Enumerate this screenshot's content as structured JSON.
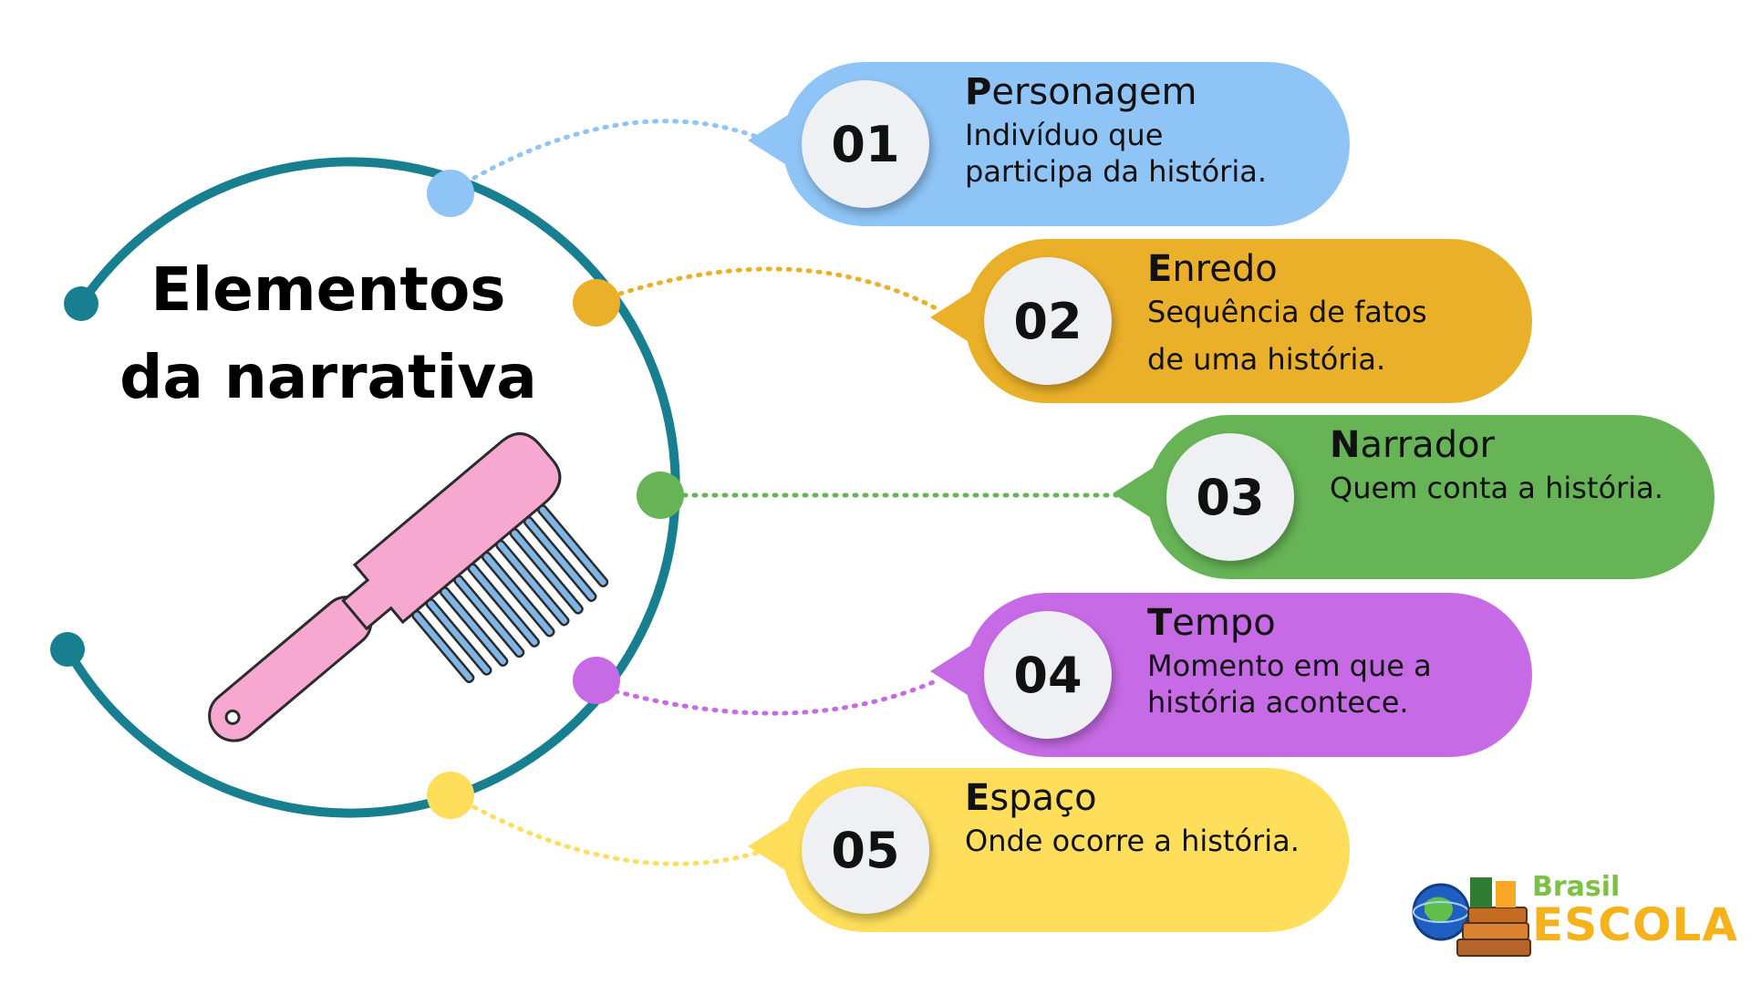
{
  "title": {
    "line1": "Elementos",
    "line2": "da narrativa"
  },
  "illustration": {
    "icon": "comb-icon",
    "color": "#f7a8d0"
  },
  "ring_color": "#177f8f",
  "items": [
    {
      "number": "01",
      "title_first": "P",
      "title_rest": "ersonagem",
      "desc_line1": "Indivíduo que",
      "desc_line2": "participa da história.",
      "color": "#8ec4f6"
    },
    {
      "number": "02",
      "title_first": "E",
      "title_rest": "nredo",
      "desc_line1": "Sequência de fatos",
      "desc_line2": "de uma história.",
      "color": "#ebb029"
    },
    {
      "number": "03",
      "title_first": "N",
      "title_rest": "arrador",
      "desc_line1": "Quem conta a história.",
      "desc_line2": "",
      "color": "#67b457"
    },
    {
      "number": "04",
      "title_first": "T",
      "title_rest": "empo",
      "desc_line1": "Momento em que a",
      "desc_line2": "história acontece.",
      "color": "#c76ae6"
    },
    {
      "number": "05",
      "title_first": "E",
      "title_rest": "spaço",
      "desc_line1": "Onde ocorre a história.",
      "desc_line2": "",
      "color": "#fede5a"
    }
  ],
  "logo": {
    "top": "Brasil",
    "bottom": "ESCOLA"
  }
}
